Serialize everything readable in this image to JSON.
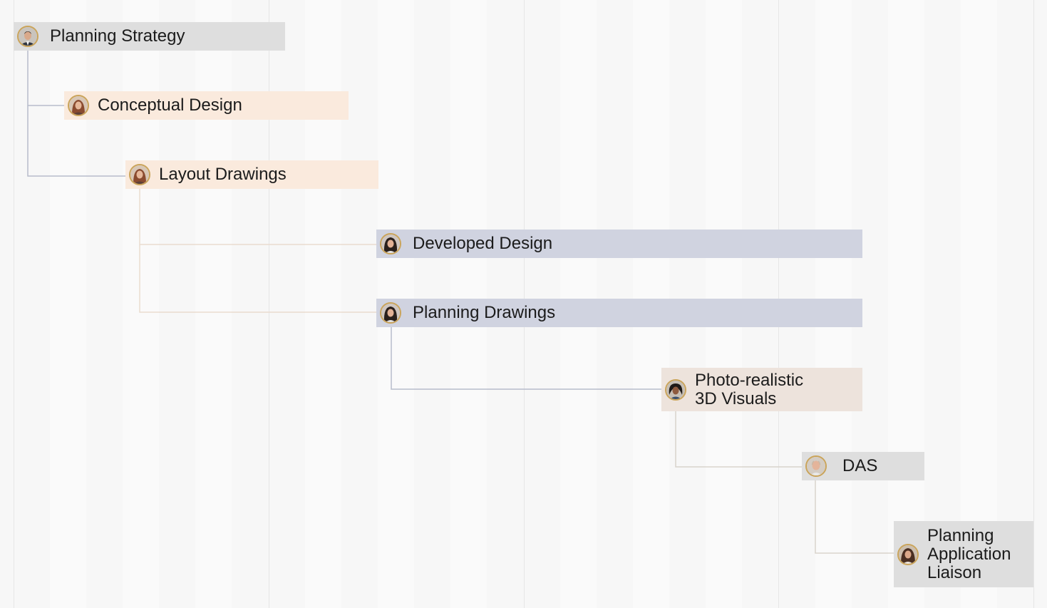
{
  "gantt": {
    "tasks": [
      {
        "id": "planning-strategy",
        "label": "Planning Strategy",
        "color": "#dedede",
        "avatar": "man-dark-hair-suit"
      },
      {
        "id": "conceptual-design",
        "label": "Conceptual Design",
        "color": "#faeadd",
        "avatar": "woman-auburn-hair"
      },
      {
        "id": "layout-drawings",
        "label": "Layout Drawings",
        "color": "#faeadd",
        "avatar": "woman-auburn-hair"
      },
      {
        "id": "developed-design",
        "label": "Developed Design",
        "color": "#d0d3e0",
        "avatar": "woman-dark-hair"
      },
      {
        "id": "planning-drawings",
        "label": "Planning Drawings",
        "color": "#d0d3e0",
        "avatar": "woman-dark-hair"
      },
      {
        "id": "photo-3d-visuals",
        "label": "Photo-realistic\n3D Visuals",
        "color": "#ede3dc",
        "avatar": "woman-curly-hair"
      },
      {
        "id": "das",
        "label": "DAS",
        "color": "#dedede",
        "avatar": "man-bald"
      },
      {
        "id": "planning-liaison",
        "label": "Planning\nApplication\nLiaison",
        "color": "#dedede",
        "avatar": "woman-brown-hair"
      }
    ]
  }
}
